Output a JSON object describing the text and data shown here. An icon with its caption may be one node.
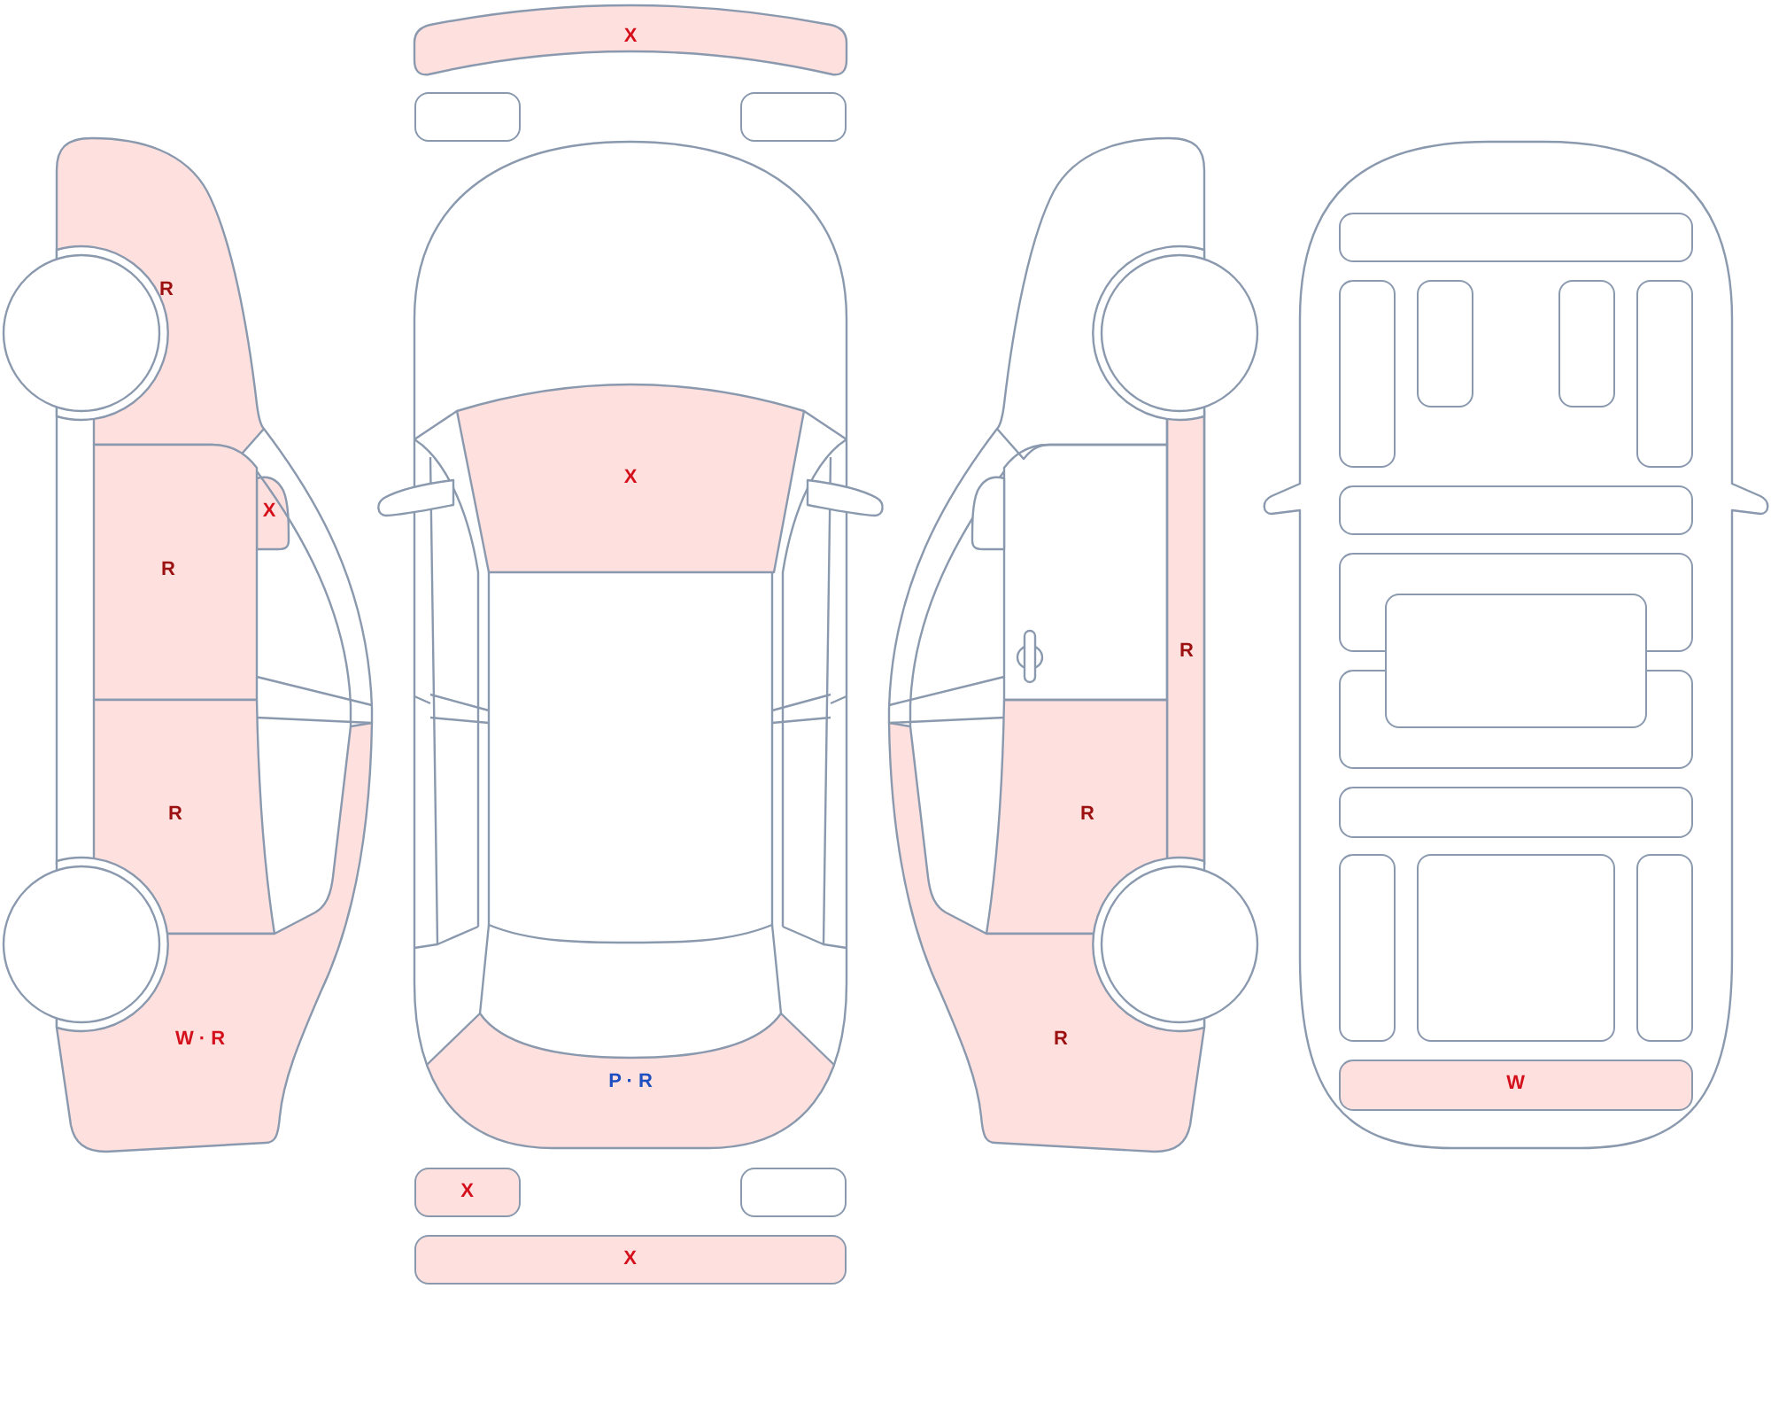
{
  "diagram": {
    "nodes": [
      {
        "text": [
          "R"
        ]
      },
      {
        "text": [
          "X"
        ]
      },
      {
        "text": [
          "R"
        ]
      },
      {
        "text": [
          "R"
        ]
      },
      {
        "text": [
          "W · R"
        ]
      },
      {
        "text": [
          "X"
        ]
      },
      {
        "text": [],
        "shape": "box"
      },
      {
        "text": [],
        "shape": "box"
      },
      {
        "text": [
          "X"
        ]
      },
      {
        "text": [
          "P · R"
        ]
      },
      {
        "text": [
          "X"
        ]
      },
      {
        "text": [],
        "shape": "box"
      },
      {
        "text": [
          "X"
        ]
      },
      {
        "text": [
          "R"
        ]
      },
      {
        "text": [
          "R"
        ]
      },
      {
        "text": [
          "R"
        ]
      },
      {
        "text": [],
        "shape": "box"
      },
      {
        "text": [],
        "shape": "box"
      },
      {
        "text": [],
        "shape": "box"
      },
      {
        "text": [],
        "shape": "box"
      },
      {
        "text": [],
        "shape": "box"
      },
      {
        "text": [],
        "shape": "box"
      },
      {
        "text": [],
        "shape": "box"
      },
      {
        "text": [],
        "shape": "box"
      },
      {
        "text": [],
        "shape": "box"
      },
      {
        "text": [],
        "shape": "box"
      },
      {
        "text": [],
        "shape": "box"
      },
      {
        "text": [],
        "shape": "box"
      },
      {
        "text": [],
        "shape": "box"
      },
      {
        "text": [
          "W"
        ]
      }
    ]
  }
}
